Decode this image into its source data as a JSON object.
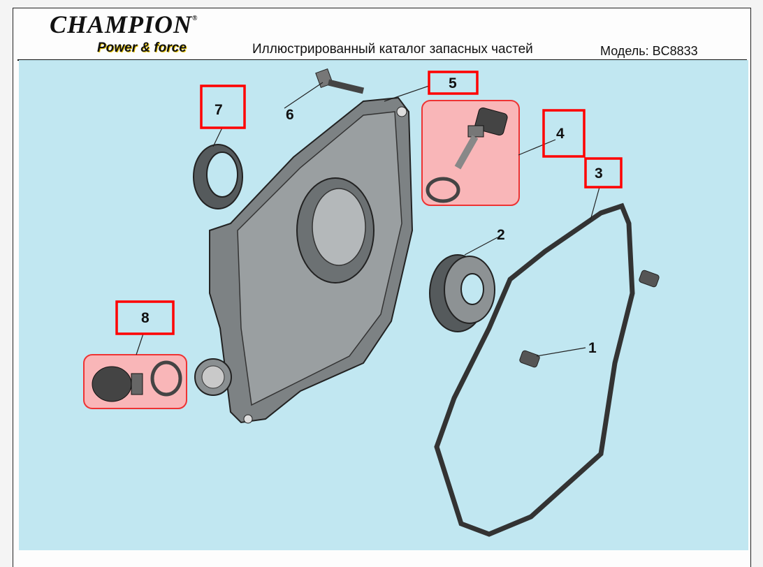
{
  "header": {
    "logo_brand": "CHAMPION",
    "logo_registered": "®",
    "logo_tagline": "Power & force",
    "title": "Иллюстрированный каталог запасных частей",
    "model": "Модель: BC8833"
  },
  "colors": {
    "diagram_bg": "#c1e7f1",
    "callout_border": "#ff0000",
    "highlight": "#f9b6b8",
    "part": "#555a5c"
  },
  "callouts": [
    {
      "label": "1"
    },
    {
      "label": "2"
    },
    {
      "label": "3"
    },
    {
      "label": "4"
    },
    {
      "label": "5"
    },
    {
      "label": "6"
    },
    {
      "label": "7"
    },
    {
      "label": "8"
    }
  ]
}
